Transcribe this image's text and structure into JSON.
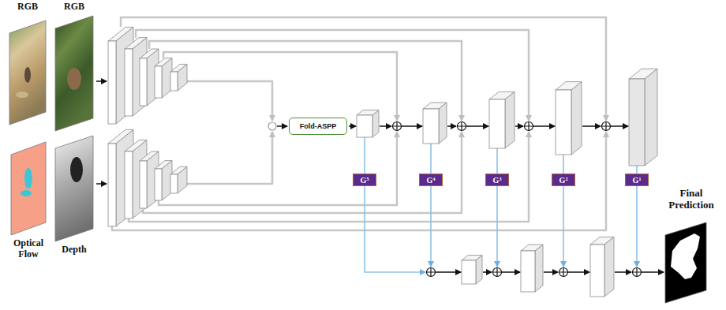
{
  "diagram": {
    "nodes": [
      {
        "text": [
          "Fold-ASPP"
        ]
      },
      {
        "text": [
          "G⁵"
        ]
      },
      {
        "text": [
          "G⁴"
        ]
      },
      {
        "text": [
          "G³"
        ]
      },
      {
        "text": [
          "G²"
        ]
      },
      {
        "text": [
          "G¹"
        ]
      }
    ],
    "labels": [
      "RGB",
      "RGB",
      "Optical Flow",
      "Depth",
      "Final Prediction"
    ]
  }
}
